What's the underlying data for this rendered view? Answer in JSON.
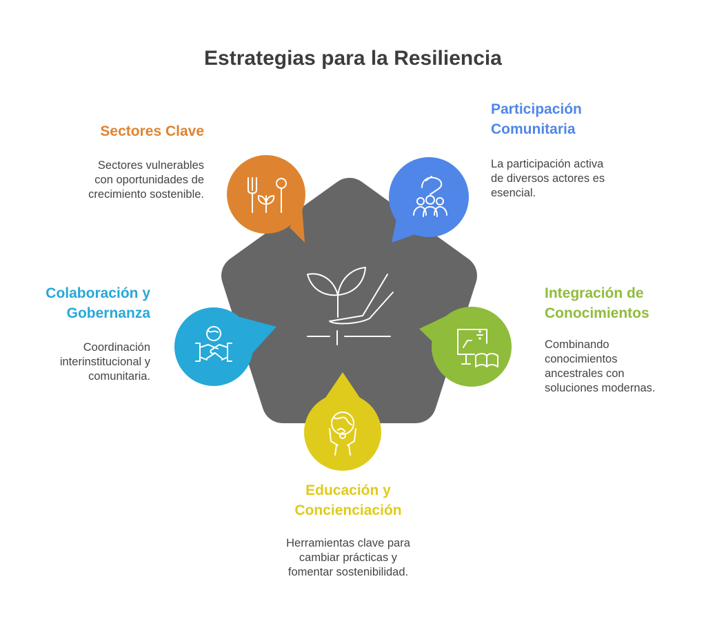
{
  "title": "Estrategias para la Resiliencia",
  "center": {
    "icon": "plant-in-hand-icon",
    "color": "#666666"
  },
  "items": [
    {
      "key": "sectores",
      "title_lines": [
        "Sectores Clave"
      ],
      "desc_lines": [
        "Sectores vulnerables",
        "con oportunidades de",
        "crecimiento sostenible."
      ],
      "color": "#de8431",
      "icon": "fork-plant-spoon-icon"
    },
    {
      "key": "participacion",
      "title_lines": [
        "Participación",
        "Comunitaria"
      ],
      "desc_lines": [
        "La participación activa",
        "de diversos actores es",
        "esencial."
      ],
      "color": "#4f86e8",
      "icon": "community-hand-icon"
    },
    {
      "key": "integracion",
      "title_lines": [
        "Integración de",
        "Conocimientos"
      ],
      "desc_lines": [
        "Combinando",
        "conocimientos",
        "ancestrales con",
        "soluciones modernas."
      ],
      "color": "#8fbc3b",
      "icon": "board-book-icon"
    },
    {
      "key": "educacion",
      "title_lines": [
        "Educación y",
        "Concienciación"
      ],
      "desc_lines": [
        "Herramientas clave para",
        "cambiar prácticas y",
        "fomentar sostenibilidad."
      ],
      "color": "#dfcb1b",
      "icon": "person-globe-icon"
    },
    {
      "key": "colaboracion",
      "title_lines": [
        "Colaboración y",
        "Gobernanza"
      ],
      "desc_lines": [
        "Coordinación",
        "interinstitucional y",
        "comunitaria."
      ],
      "color": "#26a8d8",
      "icon": "handshake-globe-icon"
    }
  ]
}
